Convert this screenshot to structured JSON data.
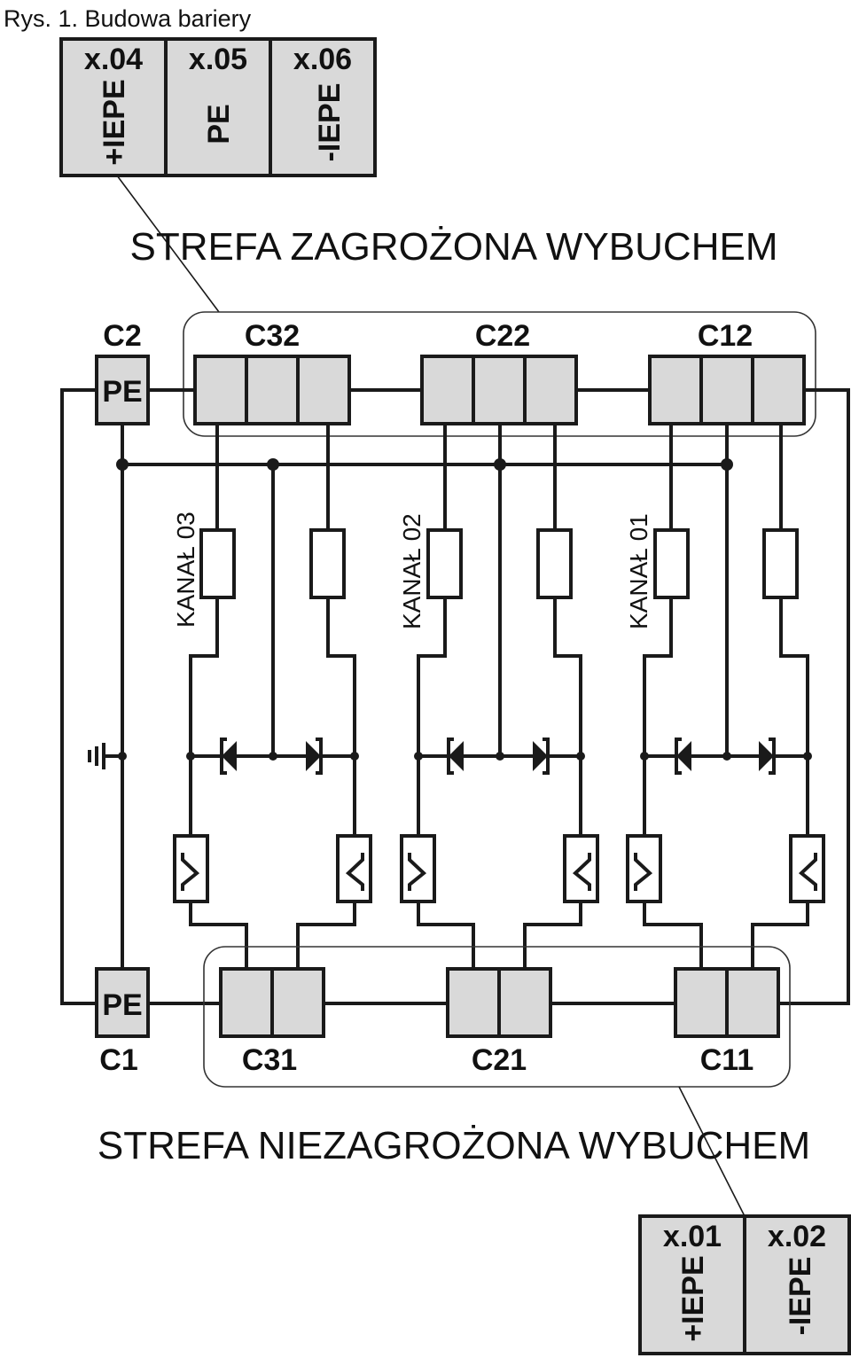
{
  "caption": "Rys. 1. Budowa bariery",
  "zones": {
    "hazardous": "STREFA ZAGROŻONA WYBUCHEM",
    "safe": "STREFA NIEZAGROŻONA WYBUCHEM"
  },
  "terminal_top": {
    "columns": [
      {
        "header": "x.04",
        "label": "+IEPE"
      },
      {
        "header": "x.05",
        "label": "PE"
      },
      {
        "header": "x.06",
        "label": "-IEPE"
      }
    ]
  },
  "terminal_bottom": {
    "columns": [
      {
        "header": "x.01",
        "label": "+IEPE"
      },
      {
        "header": "x.02",
        "label": "-IEPE"
      }
    ]
  },
  "connectors": {
    "top": {
      "c2": "C2",
      "c32": "C32",
      "c22": "C22",
      "c12": "C12",
      "pe": "PE"
    },
    "bottom": {
      "c1": "C1",
      "c31": "C31",
      "c21": "C21",
      "c11": "C11",
      "pe": "PE"
    }
  },
  "channels": [
    "KANAŁ 03",
    "KANAŁ 02",
    "KANAŁ 01"
  ],
  "icons": [
    "ground-icon",
    "diode-icon",
    "resistor-icon",
    "fuse-icon"
  ]
}
